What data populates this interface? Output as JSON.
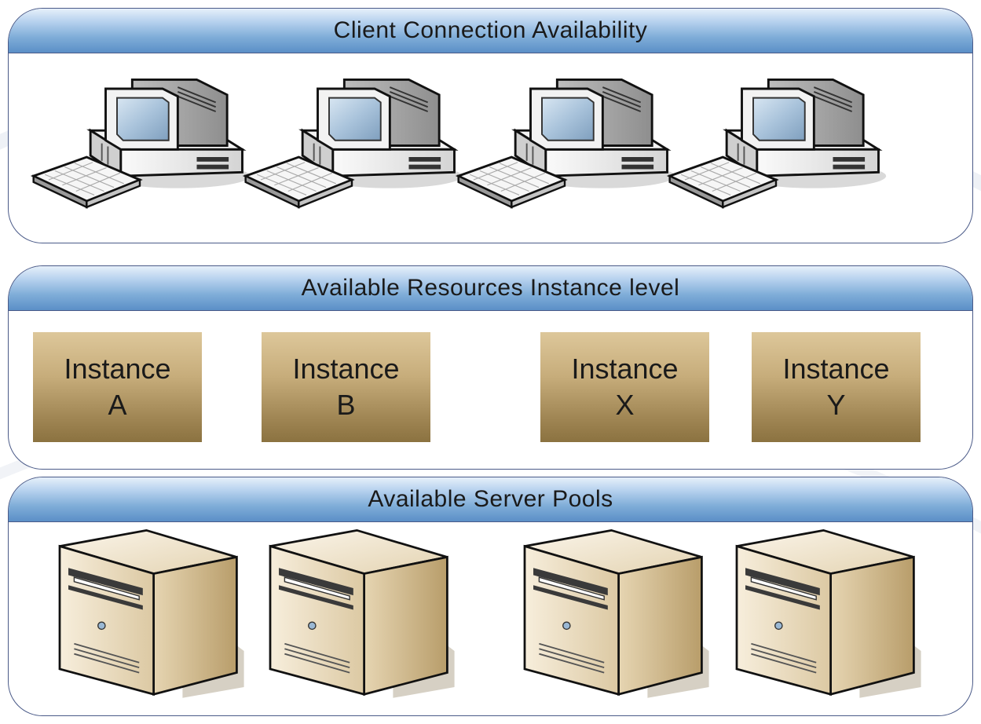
{
  "layers": {
    "clients": {
      "title": "Client Connection Availability",
      "items": [
        "workstation-1",
        "workstation-2",
        "workstation-3",
        "workstation-4"
      ]
    },
    "instances": {
      "title": "Available Resources Instance level",
      "items": [
        {
          "line1": "Instance",
          "line2": "A"
        },
        {
          "line1": "Instance",
          "line2": "B"
        },
        {
          "line1": "Instance",
          "line2": "X"
        },
        {
          "line1": "Instance",
          "line2": "Y"
        }
      ]
    },
    "servers": {
      "title": "Available Server Pools",
      "items": [
        "server-1",
        "server-2",
        "server-3",
        "server-4"
      ]
    }
  },
  "colors": {
    "header_top": "#e6f0fa",
    "header_bottom": "#5b8fc7",
    "border": "#4a5a88",
    "instance_top": "#ddc79a",
    "instance_bottom": "#8b7240",
    "server_body": "#e9dcc0",
    "monitor_body": "#eeeeee"
  },
  "icons": {
    "workstation": "desktop-computer-icon",
    "server": "tower-server-icon"
  }
}
